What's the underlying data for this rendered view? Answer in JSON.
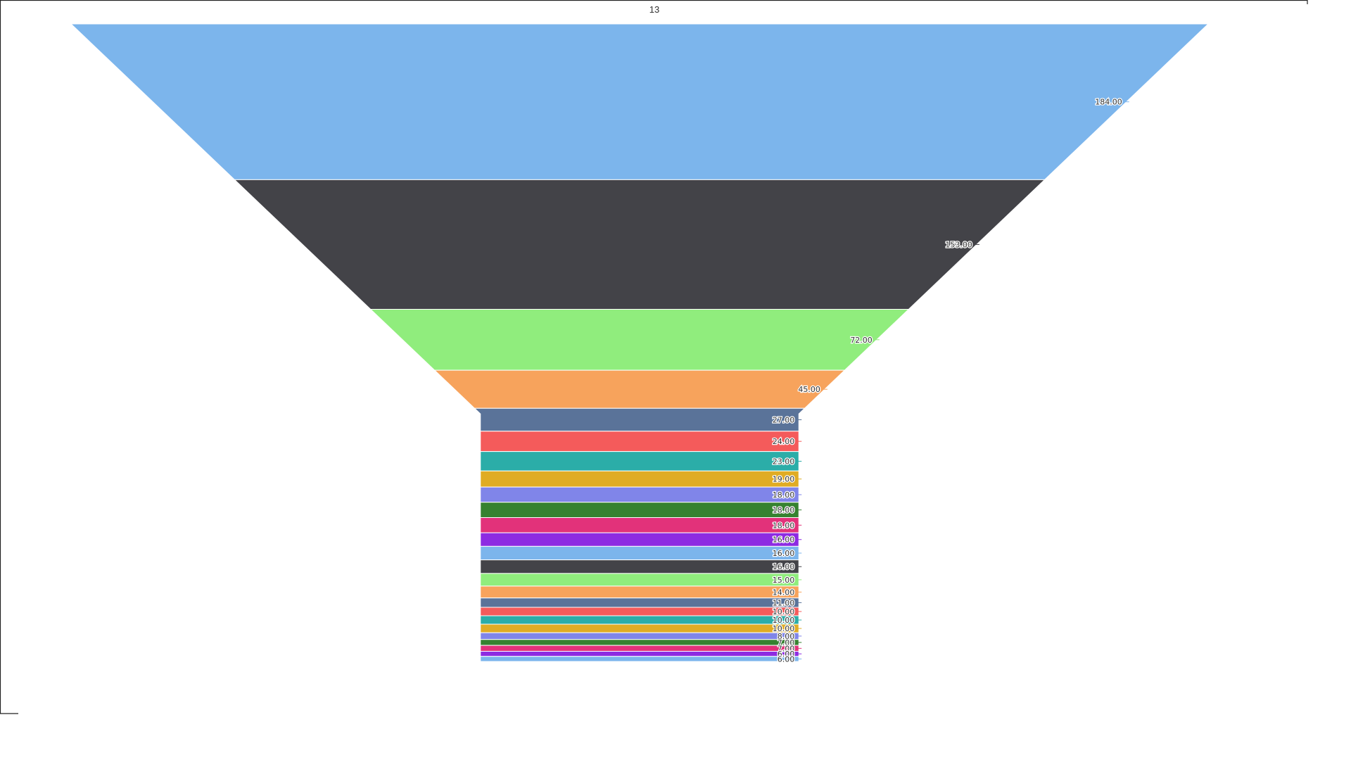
{
  "chart_data": {
    "type": "funnel",
    "title": "13",
    "values": [
      184,
      153,
      72,
      45,
      27,
      24,
      23,
      19,
      18,
      18,
      18,
      16,
      16,
      16,
      15,
      14,
      11,
      10,
      10,
      10,
      8,
      7,
      7,
      6,
      6
    ],
    "labels": [
      "184.00",
      "153.00",
      "72.00",
      "45.00",
      "27.00",
      "24.00",
      "23.00",
      "19.00",
      "18.00",
      "18.00",
      "18.00",
      "16.00",
      "16.00",
      "16.00",
      "15.00",
      "14.00",
      "11.00",
      "10.00",
      "10.00",
      "10.00",
      "8.00",
      "7.00",
      "7.00",
      "6.00",
      "6.00"
    ],
    "colors": [
      "#7cb5ec",
      "#434348",
      "#90ed7d",
      "#f7a35c",
      "#5a7399",
      "#f45b5b",
      "#2bada8",
      "#e0ac24",
      "#8085e9",
      "#368230",
      "#e2327a",
      "#8d2be2",
      "#7cb5ec",
      "#434348",
      "#90ed7d",
      "#f7a35c",
      "#5a7399",
      "#f45b5b",
      "#2bada8",
      "#e0ac24",
      "#8085e9",
      "#368230",
      "#e2327a",
      "#8d2be2",
      "#7cb5ec"
    ],
    "neck_width_ratio": 0.28,
    "legend": "none",
    "grid": false
  }
}
